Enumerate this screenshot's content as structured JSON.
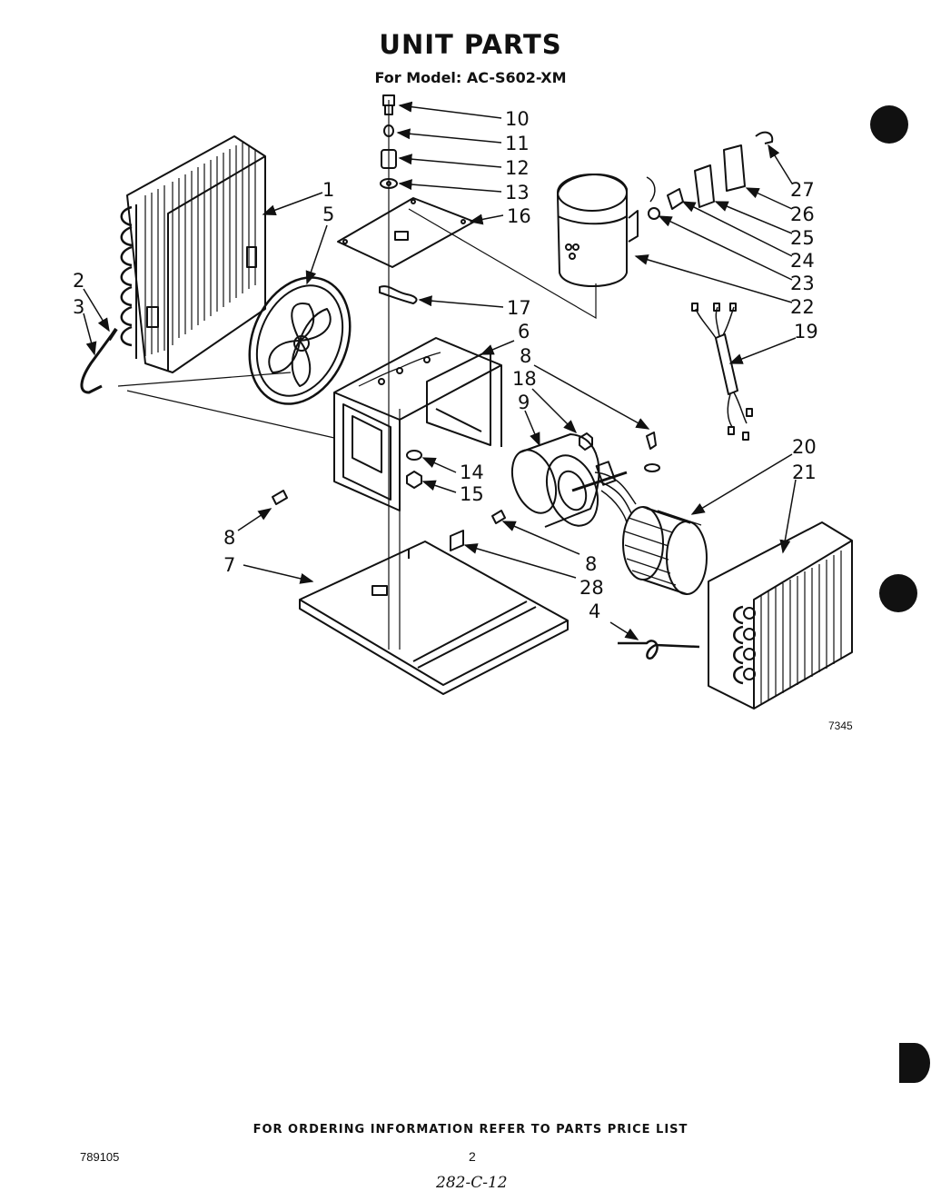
{
  "header": {
    "title": "UNIT PARTS",
    "model_line": "For Model: AC-S602-XM"
  },
  "callouts": [
    {
      "id": "c1",
      "label": "1"
    },
    {
      "id": "c5",
      "label": "5"
    },
    {
      "id": "c2",
      "label": "2"
    },
    {
      "id": "c3",
      "label": "3"
    },
    {
      "id": "c10",
      "label": "10"
    },
    {
      "id": "c11",
      "label": "11"
    },
    {
      "id": "c12",
      "label": "12"
    },
    {
      "id": "c13",
      "label": "13"
    },
    {
      "id": "c16",
      "label": "16"
    },
    {
      "id": "c17",
      "label": "17"
    },
    {
      "id": "c6",
      "label": "6"
    },
    {
      "id": "c8a",
      "label": "8"
    },
    {
      "id": "c18",
      "label": "18"
    },
    {
      "id": "c9",
      "label": "9"
    },
    {
      "id": "c14",
      "label": "14"
    },
    {
      "id": "c15",
      "label": "15"
    },
    {
      "id": "c8b",
      "label": "8"
    },
    {
      "id": "c7",
      "label": "7"
    },
    {
      "id": "c8c",
      "label": "8"
    },
    {
      "id": "c28",
      "label": "28"
    },
    {
      "id": "c27",
      "label": "27"
    },
    {
      "id": "c26",
      "label": "26"
    },
    {
      "id": "c25",
      "label": "25"
    },
    {
      "id": "c24",
      "label": "24"
    },
    {
      "id": "c23",
      "label": "23"
    },
    {
      "id": "c22",
      "label": "22"
    },
    {
      "id": "c19",
      "label": "19"
    },
    {
      "id": "c20",
      "label": "20"
    },
    {
      "id": "c21",
      "label": "21"
    },
    {
      "id": "c4",
      "label": "4"
    }
  ],
  "figure_number": "7345",
  "footer": {
    "ordering_note": "FOR ORDERING INFORMATION REFER TO PARTS PRICE LIST",
    "doc_number": "789105",
    "page_number": "2",
    "handwritten_code": "282-C-12"
  }
}
